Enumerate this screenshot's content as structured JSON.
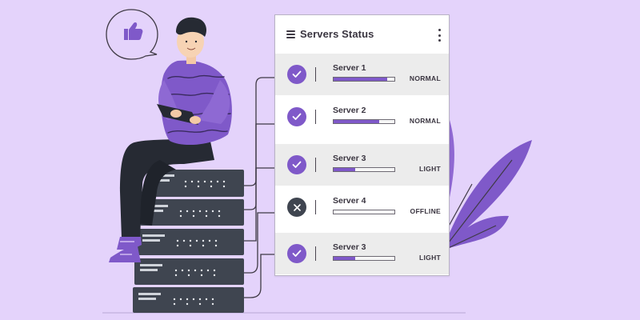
{
  "panel": {
    "title": "Servers Status",
    "menu_icon": "list-icon",
    "more_icon": "vertical-dots-icon"
  },
  "colors": {
    "background": "#e4d3fb",
    "accent": "#7f59c9",
    "offline": "#3f4550"
  },
  "servers": [
    {
      "name": "Server 1",
      "status": "NORMAL",
      "level": 0.88,
      "state": "ok",
      "icon": "check-circle-icon"
    },
    {
      "name": "Server 2",
      "status": "NORMAL",
      "level": 0.75,
      "state": "ok",
      "icon": "check-circle-icon"
    },
    {
      "name": "Server 3",
      "status": "LIGHT",
      "level": 0.35,
      "state": "ok",
      "icon": "check-circle-icon"
    },
    {
      "name": "Server 4",
      "status": "OFFLINE",
      "level": 0.0,
      "state": "off",
      "icon": "x-circle-icon"
    },
    {
      "name": "Server 3",
      "status": "LIGHT",
      "level": 0.35,
      "state": "ok",
      "icon": "check-circle-icon"
    }
  ],
  "thumbs_up_icon": "thumbs-up-icon"
}
